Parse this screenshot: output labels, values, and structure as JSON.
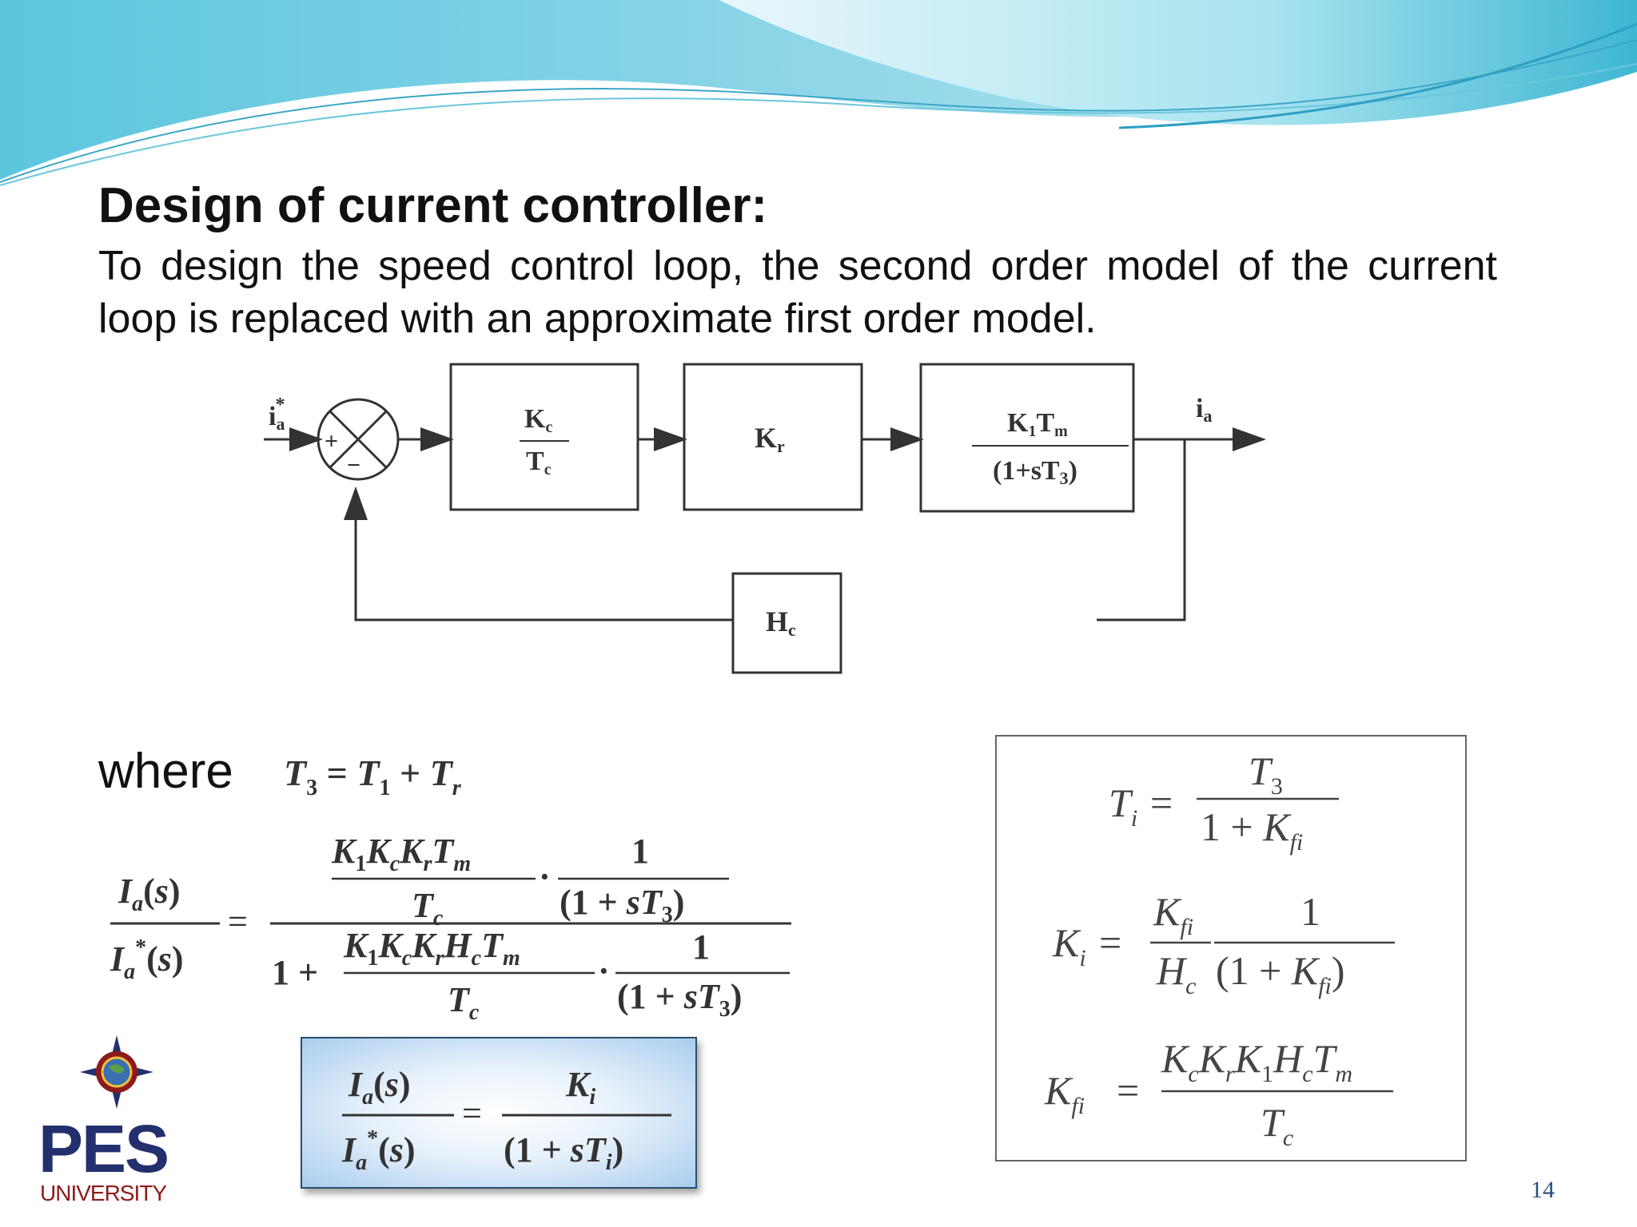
{
  "slide": {
    "title": "Design of current controller:",
    "intro": "To design the speed control loop, the second order model of the current loop is replaced with an approximate first order model.",
    "where_label": "where",
    "page_number": "14"
  },
  "block_diagram": {
    "input_signal": "i",
    "input_sub": "a",
    "input_sup": "*",
    "output_signal": "i",
    "output_sub": "a",
    "sum_plus": "+",
    "sum_minus": "−",
    "block1_num": "K",
    "block1_num_sub": "c",
    "block1_den": "T",
    "block1_den_sub": "c",
    "block2": "K",
    "block2_sub": "r",
    "block3_num": "K",
    "block3_num_sub": "1",
    "block3_num2": "T",
    "block3_num2_sub": "m",
    "block3_den": "(1+sT",
    "block3_den_sub": "3",
    "block3_den_close": ")",
    "feedback": "H",
    "feedback_sub": "c"
  },
  "equations": {
    "t3": "T3 = T1 + Tr",
    "closed_loop": "Ia(s)/Ia*(s) = [K1KcKrTm/Tc · 1/(1 + sT3)] / [1 + K1KcKrHcTm/Tc · 1/(1 + sT3)]",
    "simplified": "Ia(s)/Ia*(s) = Ki/(1 + sTi)",
    "ti": "Ti = T3/(1 + Kfi)",
    "ki": "Ki = Kfi/Hc · 1/(1 + Kfi)",
    "kfi": "Kfi = KcKrK1HcTm/Tc"
  },
  "logo": {
    "name": "PES",
    "subtitle": "UNIVERSITY"
  },
  "colors": {
    "logo_blue": "#23306e",
    "logo_red": "#8d1b1b",
    "page_number": "#2a4d7e",
    "banner_light": "#c6ecf3",
    "banner_teal": "#4cc0d8"
  }
}
